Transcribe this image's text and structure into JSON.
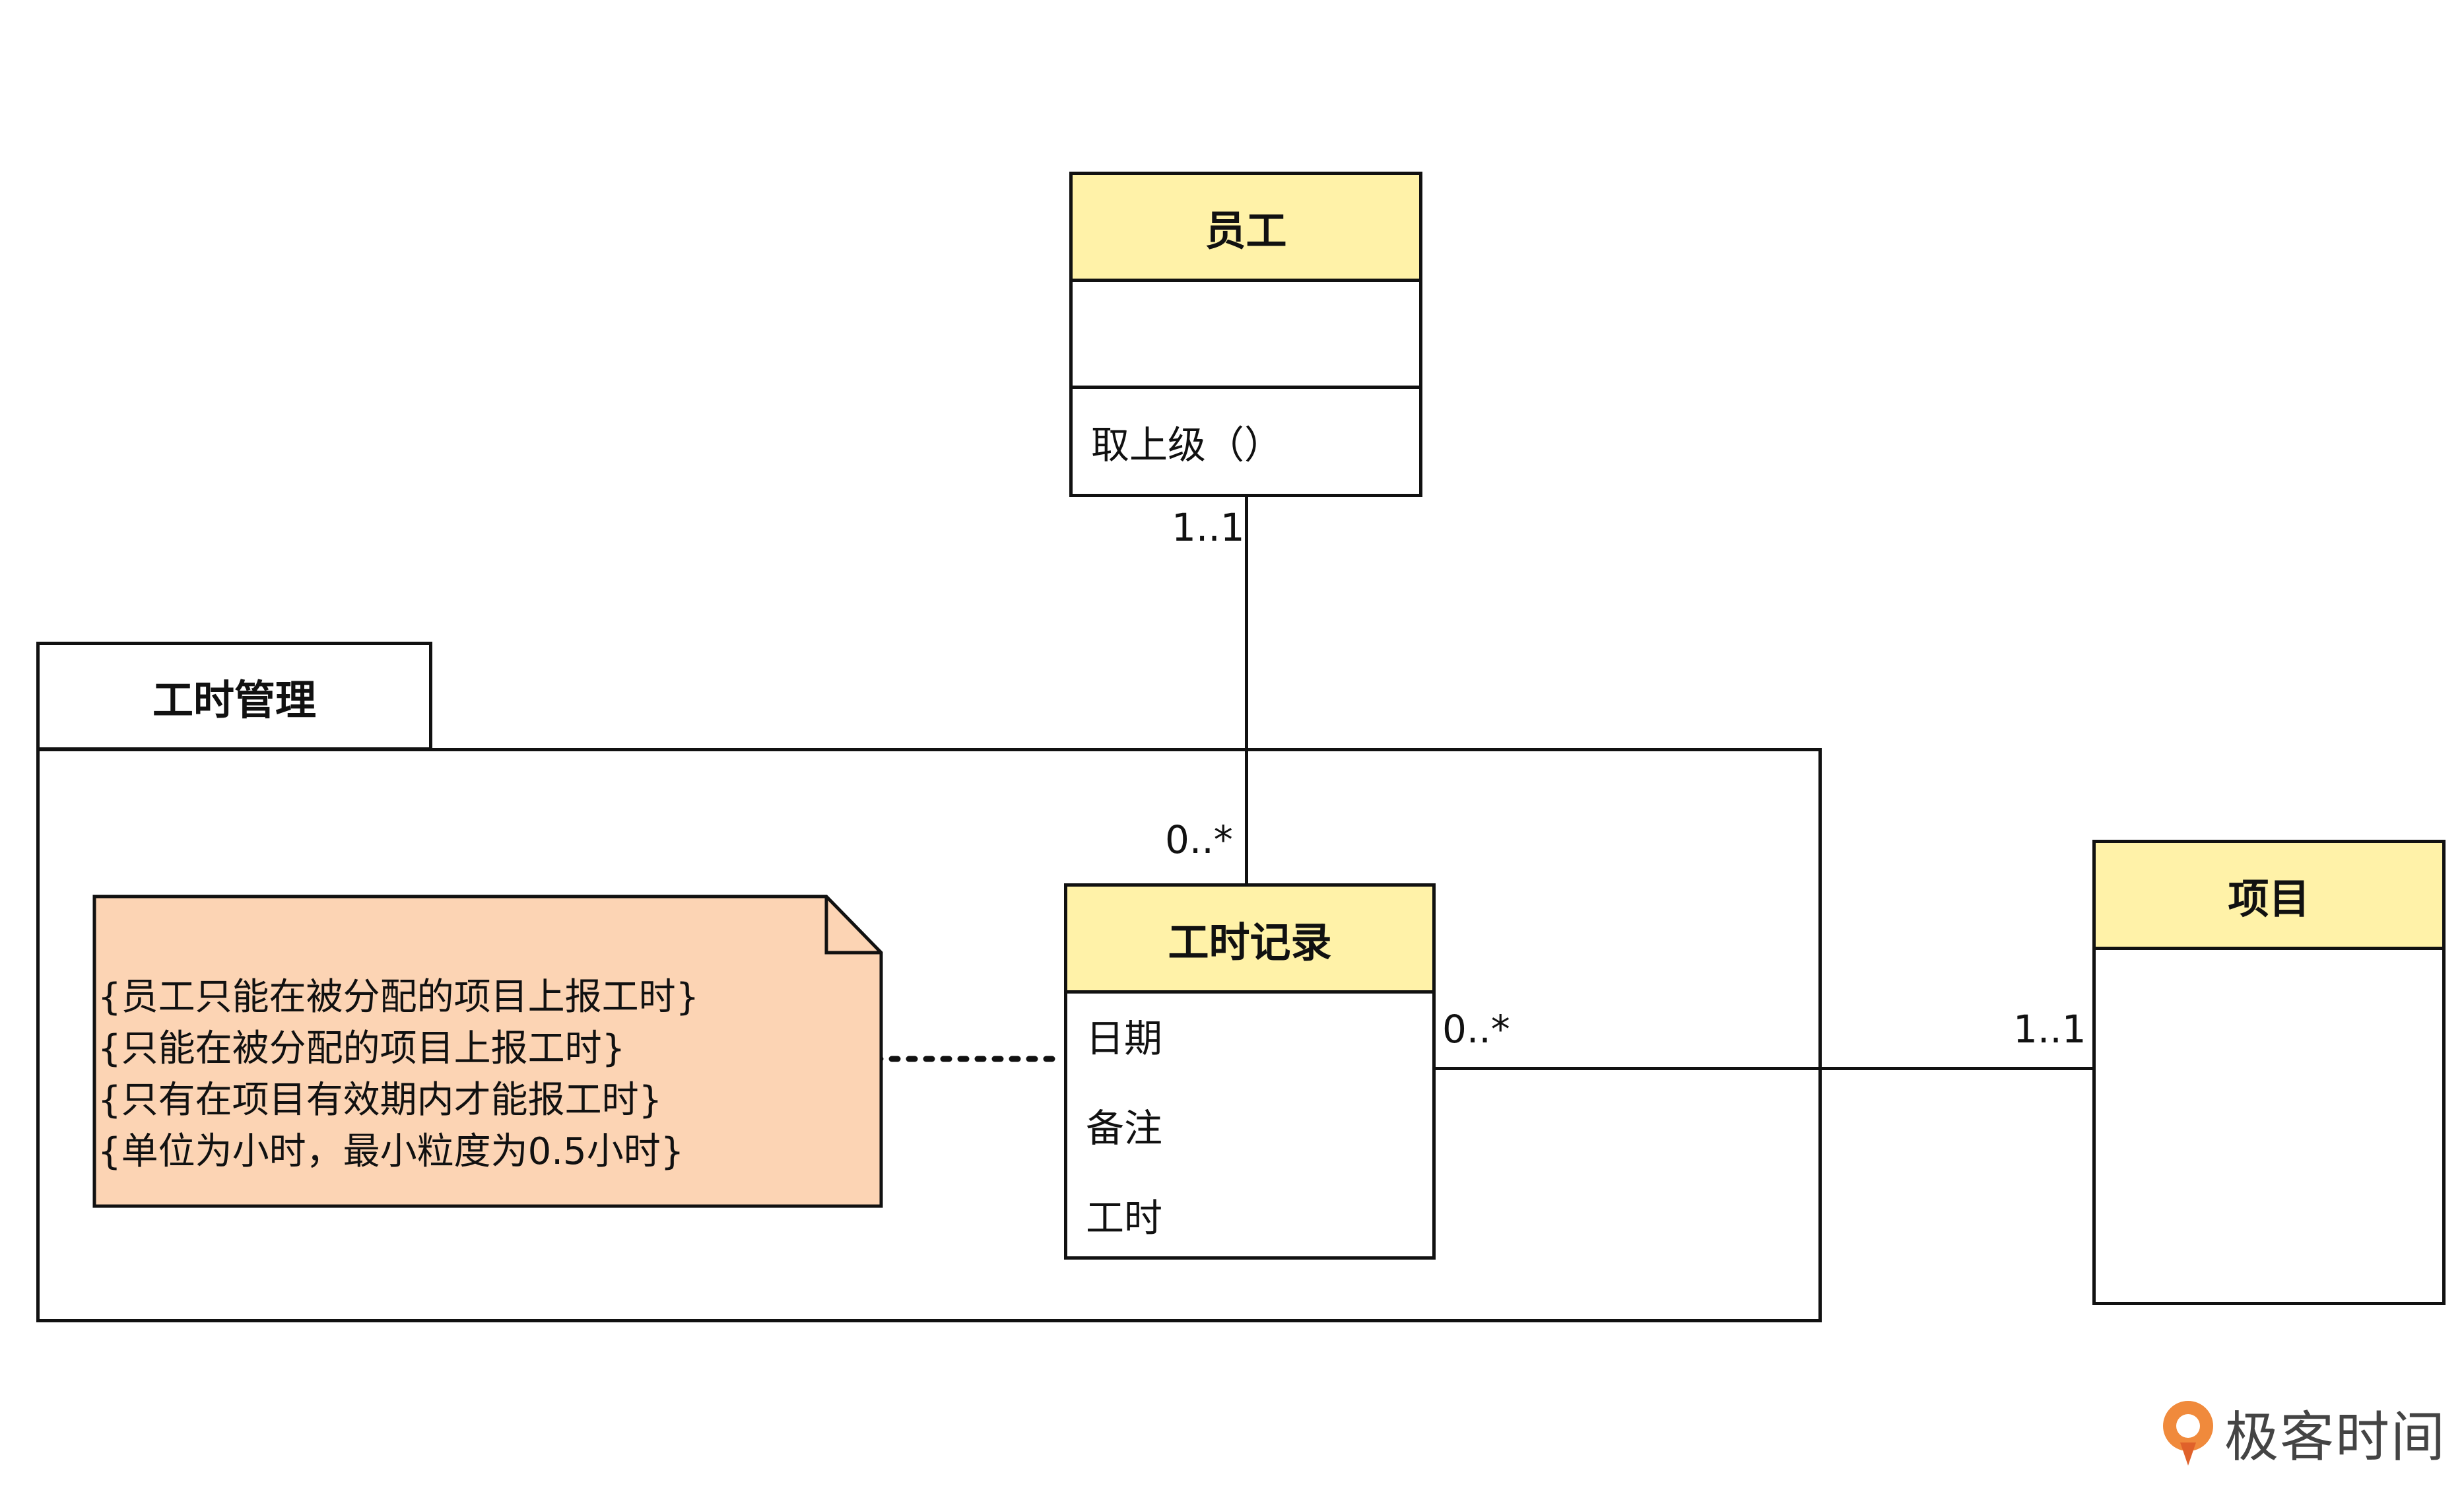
{
  "diagram": {
    "employee": {
      "name": "员工",
      "attributes": [],
      "operations": [
        "取上级（）"
      ]
    },
    "package": {
      "name": "工时管理"
    },
    "timesheet": {
      "name": "工时记录",
      "attributes": [
        "日期",
        "备注",
        "工时"
      ]
    },
    "project": {
      "name": "项目"
    },
    "note": {
      "lines": [
        "{员工只能在被分配的项目上报工时}",
        "{只能在被分配的项目上报工时}",
        "{只有在项目有效期内才能报工时}",
        "{单位为小时，最小粒度为0.5小时}"
      ]
    },
    "multiplicities": {
      "employee_end": "1..1",
      "timesheet_employee_end": "0..*",
      "timesheet_project_end": "0..*",
      "project_end": "1..1"
    },
    "colors": {
      "class_header": "#fff2a8",
      "note_fill": "#fcd4b4",
      "line": "#111111"
    }
  },
  "brand": {
    "text": "极客时间"
  }
}
